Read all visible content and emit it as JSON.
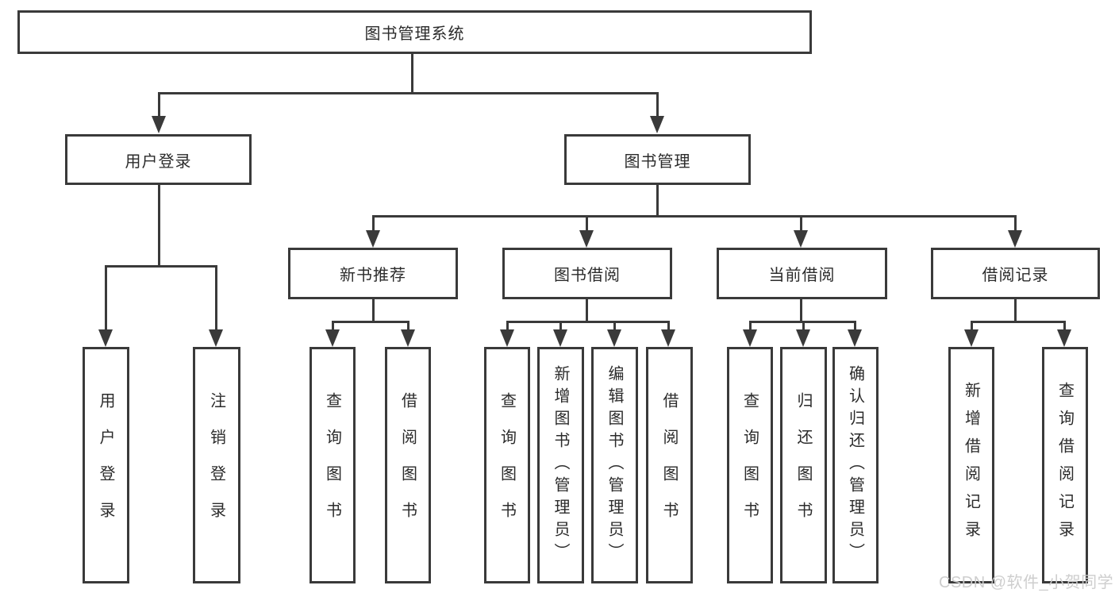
{
  "diagram": {
    "title": "图书管理系统",
    "root": {
      "label": "图书管理系统"
    },
    "level2": {
      "user_login": {
        "label": "用户登录"
      },
      "book_mgmt": {
        "label": "图书管理"
      }
    },
    "level3": {
      "new_books": {
        "label": "新书推荐"
      },
      "book_borrow": {
        "label": "图书借阅"
      },
      "current_borrow": {
        "label": "当前借阅"
      },
      "borrow_records": {
        "label": "借阅记录"
      }
    },
    "leaves": {
      "user_login": "用户登录",
      "logout": "注销登录",
      "nb_query": "查询图书",
      "nb_borrow": "借阅图书",
      "bb_query": "查询图书",
      "bb_add": "新增图书（管理员）",
      "bb_edit": "编辑图书（管理员）",
      "bb_borrow": "借阅图书",
      "cb_query": "查询图书",
      "cb_return": "归还图书",
      "cb_confirm": "确认归还（管理员）",
      "br_add": "新增借阅记录",
      "br_query": "查询借阅记录"
    }
  },
  "watermark": {
    "text": "CSDN @软件_小贺同学"
  },
  "colors": {
    "line": "#3a3a3a",
    "text": "#2b2b2b",
    "background": "#ffffff",
    "watermark": "#cbcbcb"
  }
}
